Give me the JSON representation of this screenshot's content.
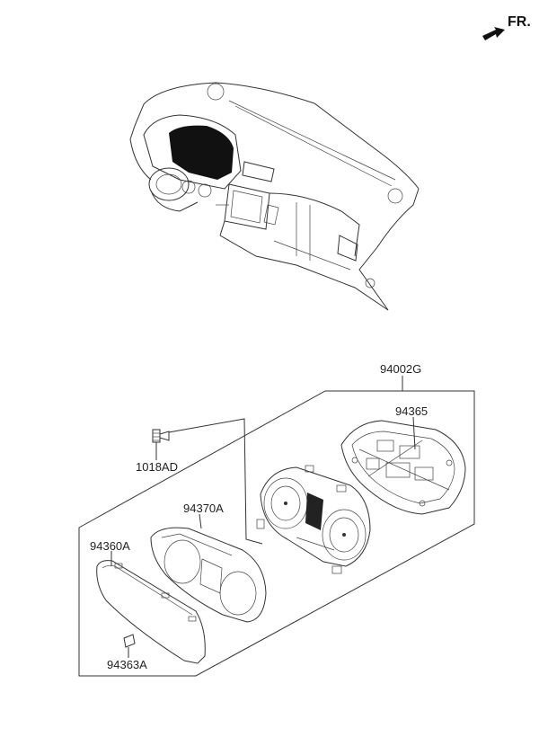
{
  "orientation": {
    "label": "FR.",
    "icon": "forward-arrow-icon"
  },
  "parts": {
    "assembly": "94002G",
    "rear_case": "94365",
    "screw": "1018AD",
    "bezel": "94370A",
    "glass": "94360A",
    "clip": "94363A"
  }
}
